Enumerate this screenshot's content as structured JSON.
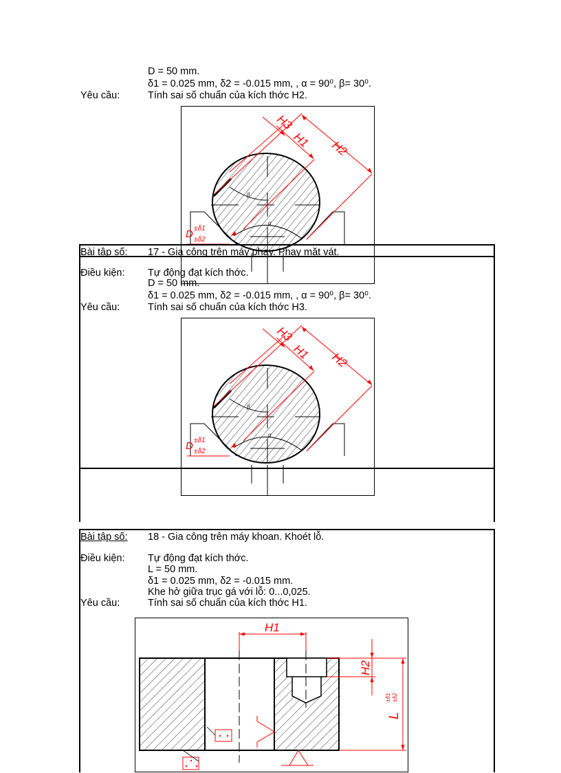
{
  "labels": {
    "exercise": "Bài tập số:",
    "conditions": "Điều kiện:",
    "requirement": "Yêu cầu:"
  },
  "exercise_16_tail": {
    "lines": [
      "D = 50 mm.",
      "δ1 = 0.025  mm, δ2 = -0.015  mm, , α = 90⁰, β= 30⁰."
    ],
    "requirement": "Tính sai số chuẩn của kích thớc    H2."
  },
  "exercise_17": {
    "title": "17 - Gia công trên máy phay. Phay mặt vát.",
    "condition": "Tự động đạt kích thớc.",
    "lines": [
      "D = 50 mm.",
      "δ1 = 0.025  mm, δ2 = -0.015  mm, , α = 90⁰, β= 30⁰."
    ],
    "requirement": "Tính sai số chuẩn của kích thớc    H3."
  },
  "exercise_18": {
    "title": "18 - Gia công trên máy khoan.   Khoét lỗ.",
    "condition": "Tự động đạt kích thớc.",
    "lines": [
      "L = 50  mm.",
      "δ1 = 0.025  mm, δ2 = -0.015  mm.",
      "Khe hở giữa trục gá với lỗ: 0...0,025."
    ],
    "requirement": "Tính sai số chuẩn của kích thớc    H1."
  },
  "milling_drawing": {
    "h1": "H1",
    "h2": "H2",
    "h3": "H3",
    "d": "D",
    "tol_upper": "±δ1",
    "tol_lower": "±δ2",
    "beta": "β",
    "alpha": "α"
  },
  "drilling_drawing": {
    "h1": "H1",
    "h2": "H2",
    "l": "L",
    "tol_upper": "±δ1",
    "tol_lower": "±δ2"
  },
  "colors": {
    "dimension": "#ff0000",
    "line": "#000000"
  }
}
